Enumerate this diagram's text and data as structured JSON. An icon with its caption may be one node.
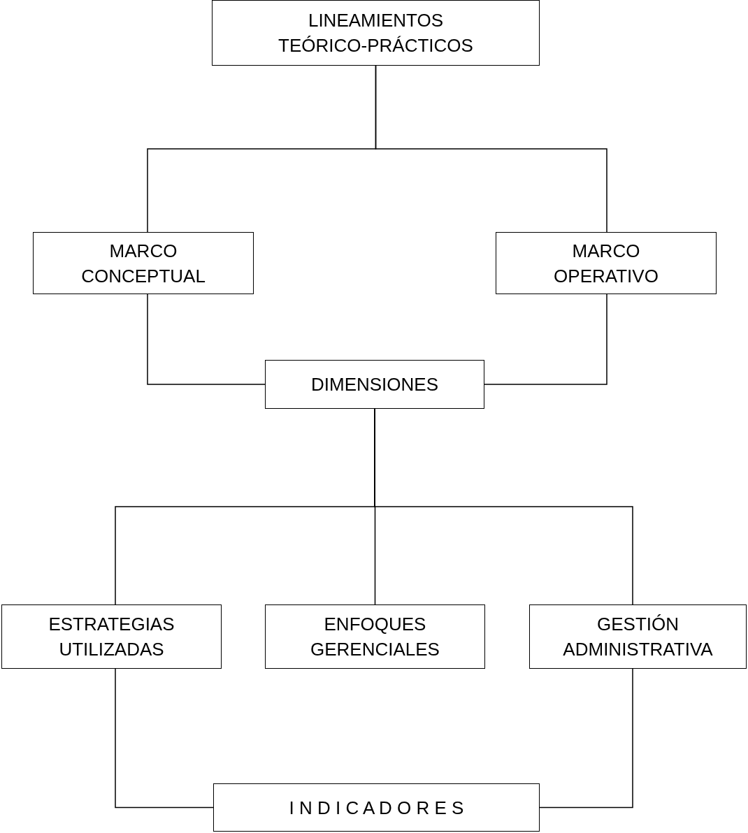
{
  "diagram": {
    "nodes": [
      {
        "text": [
          "LINEAMIENTOS TEÓRICO-PRÁCTICOS"
        ]
      },
      {
        "text": [
          "MARCO CONCEPTUAL"
        ]
      },
      {
        "text": [
          "MARCO OPERATIVO"
        ]
      },
      {
        "text": [
          "DIMENSIONES"
        ]
      },
      {
        "text": [
          "ESTRATEGIAS UTILIZADAS"
        ]
      },
      {
        "text": [
          "ENFOQUES GERENCIALES"
        ]
      },
      {
        "text": [
          "GESTIÓN ADMINISTRATIVA"
        ]
      },
      {
        "text": [
          "I N D I C A D O R E S"
        ]
      }
    ],
    "edges": [
      {
        "from": 0,
        "to": 1,
        "arrow": "none"
      },
      {
        "from": 0,
        "to": 2,
        "arrow": "none"
      },
      {
        "from": 1,
        "to": 3,
        "arrow": "none"
      },
      {
        "from": 2,
        "to": 3,
        "arrow": "none"
      },
      {
        "from": 3,
        "to": 4,
        "arrow": "none"
      },
      {
        "from": 3,
        "to": 5,
        "arrow": "none"
      },
      {
        "from": 3,
        "to": 6,
        "arrow": "none"
      },
      {
        "from": 4,
        "to": 7,
        "arrow": "none"
      },
      {
        "from": 6,
        "to": 7,
        "arrow": "none"
      }
    ]
  }
}
